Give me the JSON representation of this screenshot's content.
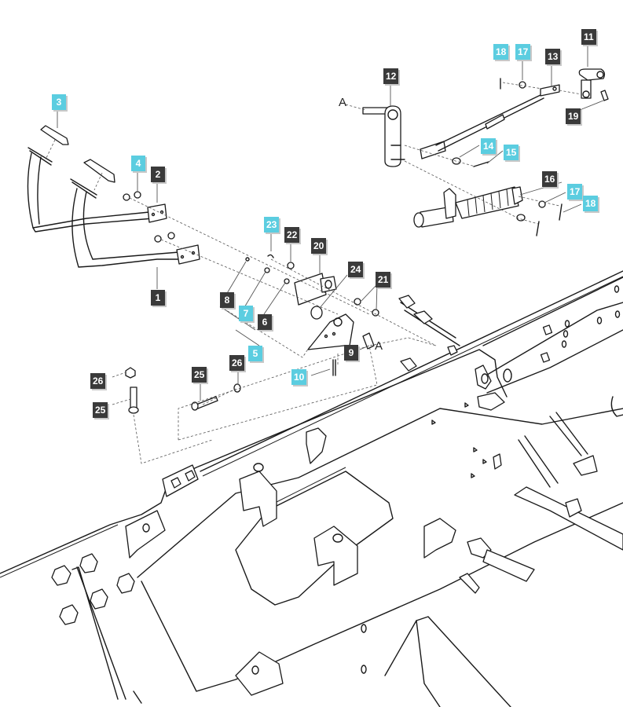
{
  "diagram": {
    "type": "exploded-parts-diagram",
    "subject": "brake pedal and linkage assembly on tractor frame",
    "colors": {
      "badge_standard": "#3a3a3a",
      "badge_highlight": "#5bcde0",
      "badge_text": "#ffffff",
      "line_art": "#1a1a1a"
    },
    "callouts": [
      {
        "label": "1",
        "style": "standard"
      },
      {
        "label": "2",
        "style": "standard"
      },
      {
        "label": "3",
        "style": "highlight"
      },
      {
        "label": "4",
        "style": "highlight"
      },
      {
        "label": "5",
        "style": "highlight"
      },
      {
        "label": "6",
        "style": "standard"
      },
      {
        "label": "7",
        "style": "highlight"
      },
      {
        "label": "8",
        "style": "standard"
      },
      {
        "label": "9",
        "style": "standard"
      },
      {
        "label": "10",
        "style": "highlight"
      },
      {
        "label": "11",
        "style": "standard"
      },
      {
        "label": "12",
        "style": "standard"
      },
      {
        "label": "13",
        "style": "standard"
      },
      {
        "label": "14",
        "style": "highlight"
      },
      {
        "label": "15",
        "style": "highlight"
      },
      {
        "label": "16",
        "style": "standard"
      },
      {
        "label": "17",
        "style": "highlight"
      },
      {
        "label": "17",
        "style": "highlight"
      },
      {
        "label": "18",
        "style": "highlight"
      },
      {
        "label": "18",
        "style": "highlight"
      },
      {
        "label": "19",
        "style": "standard"
      },
      {
        "label": "20",
        "style": "standard"
      },
      {
        "label": "21",
        "style": "standard"
      },
      {
        "label": "22",
        "style": "standard"
      },
      {
        "label": "23",
        "style": "highlight"
      },
      {
        "label": "24",
        "style": "standard"
      },
      {
        "label": "25",
        "style": "standard"
      },
      {
        "label": "25",
        "style": "standard"
      },
      {
        "label": "26",
        "style": "standard"
      },
      {
        "label": "26",
        "style": "standard"
      }
    ],
    "reference_markers": [
      {
        "label": "A"
      },
      {
        "label": "A"
      }
    ]
  }
}
